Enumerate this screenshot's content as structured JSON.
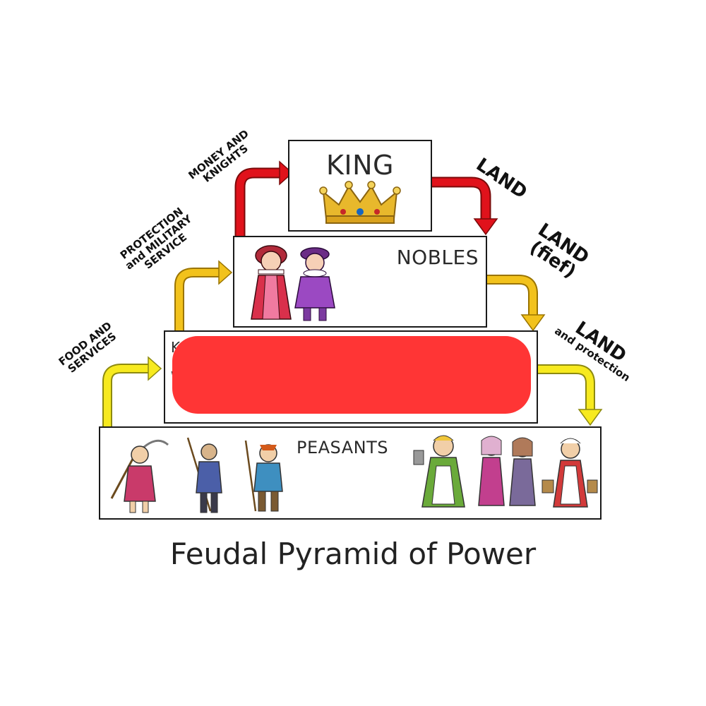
{
  "tiers": {
    "king": "KING",
    "nobles": "NOBLES",
    "knights_initial": "K",
    "knights_second_initial": "W",
    "peasants": "PEASANTS"
  },
  "flows_up": {
    "money_knights": "MONEY AND\nKNIGHTS",
    "protection": "PROTECTION\nand MILITARY\nSERVICE",
    "food": "FOOD AND\nSERVICES"
  },
  "flows_down": {
    "land_1": "LAND",
    "land_2": "LAND",
    "land_2_sub": "(fief)",
    "land_3": "LAND",
    "land_3_sub": "and protection"
  },
  "title": "Feudal Pyramid of Power",
  "colors": {
    "arrow_king": "#e0121b",
    "arrow_nobles": "#f2c21c",
    "arrow_knights": "#f7ea1f",
    "redaction": "#ff3535"
  },
  "icons": [
    "crown-icon",
    "nobles-couple-icon",
    "peasant-figures-icon"
  ]
}
